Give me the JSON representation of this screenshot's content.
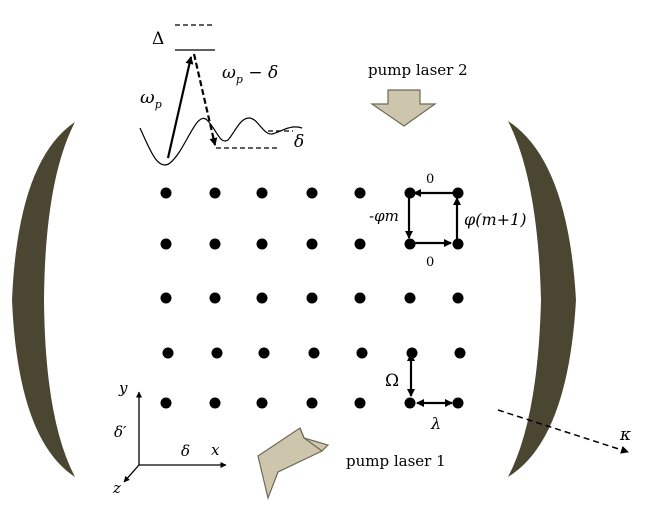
{
  "labels": {
    "pump_laser_2": "pump laser 2",
    "pump_laser_1": "pump laser 1",
    "detuning_big": "Δ",
    "omega_p": "ω",
    "omega_p_sub": "p",
    "omega_p_minus_delta": "ω",
    "omega_p_minus_delta_sub": "p",
    "omega_p_minus_delta_tail": " − δ",
    "delta_level": "δ",
    "plaquette_top": "0",
    "plaquette_bottom": "0",
    "plaquette_left": "-φm",
    "plaquette_right": "φ(m+1)",
    "coupling_vertical": "Ω",
    "coupling_horizontal": "λ",
    "kappa": "κ",
    "axis_y": "y",
    "axis_x": "x",
    "axis_z": "z",
    "axis_delta_prime": "δ′",
    "axis_delta": "δ"
  },
  "lattice": {
    "rows": 5,
    "columns": 7
  },
  "colors": {
    "mirror": "#4a4632",
    "arrow_fill": "#cdc6ad",
    "arrow_stroke": "#6f6a55",
    "ink": "#000000"
  },
  "icons": {
    "mirror_left": "cavity-mirror",
    "mirror_right": "cavity-mirror",
    "pump_arrow_2": "block-arrow-down",
    "pump_arrow_1": "block-arrow-3d"
  }
}
